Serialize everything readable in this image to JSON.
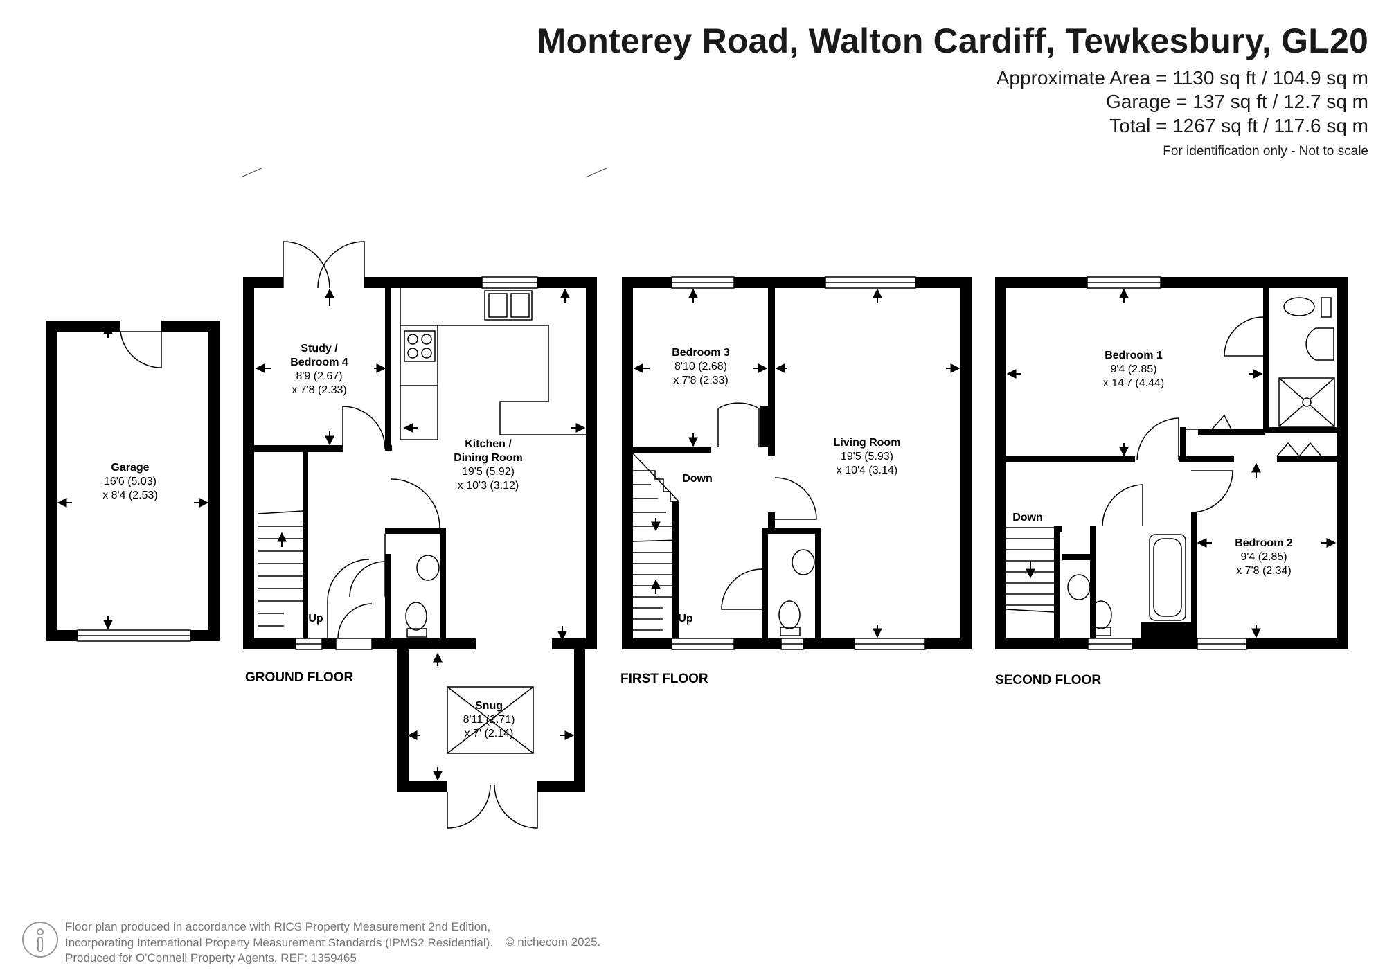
{
  "header": {
    "title": "Monterey Road, Walton Cardiff, Tewkesbury, GL20",
    "approximate_area": "Approximate Area = 1130 sq ft / 104.9 sq m",
    "garage_area": "Garage = 137 sq ft / 12.7 sq m",
    "total_area": "Total = 1267 sq ft / 117.6 sq m",
    "note": "For identification only - Not to scale"
  },
  "floors": {
    "ground": "GROUND FLOOR",
    "first": "FIRST FLOOR",
    "second": "SECOND FLOOR"
  },
  "rooms": {
    "garage": {
      "name": "Garage",
      "dim1": "16'6 (5.03)",
      "dim2": "x 8'4 (2.53)"
    },
    "study": {
      "name1": "Study /",
      "name2": "Bedroom 4",
      "dim1": "8'9 (2.67)",
      "dim2": "x 7'8 (2.33)"
    },
    "kitchen": {
      "name1": "Kitchen /",
      "name2": "Dining Room",
      "dim1": "19'5 (5.92)",
      "dim2": "x 10'3 (3.12)"
    },
    "snug": {
      "name": "Snug",
      "dim1": "8'11 (2.71)",
      "dim2": "x 7' (2.14)"
    },
    "bedroom3": {
      "name": "Bedroom 3",
      "dim1": "8'10 (2.68)",
      "dim2": "x 7'8 (2.33)"
    },
    "living": {
      "name": "Living Room",
      "dim1": "19'5 (5.93)",
      "dim2": "x 10'4 (3.14)"
    },
    "bedroom1": {
      "name": "Bedroom 1",
      "dim1": "9'4 (2.85)",
      "dim2": "x  14'7 (4.44)"
    },
    "bedroom2": {
      "name": "Bedroom 2",
      "dim1": "9'4 (2.85)",
      "dim2": "x 7'8 (2.34)"
    }
  },
  "stairs": {
    "ground_up": "Up",
    "first_down": "Down",
    "first_up": "Up",
    "second_down": "Down"
  },
  "footer": {
    "line1": "Floor plan produced in accordance with RICS Property Measurement 2nd Edition,",
    "line2": "Incorporating International Property Measurement Standards (IPMS2 Residential).",
    "line3": "Produced for O'Connell Property Agents.   REF: 1359465",
    "copyright": "© nichecom 2025."
  },
  "colors": {
    "wall": "#000000",
    "text": "#1a1a1a",
    "footer_text": "#777777"
  }
}
